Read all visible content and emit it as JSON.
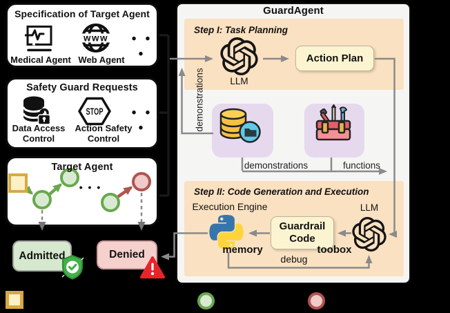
{
  "colors": {
    "peach": "#fae1c1",
    "lavender": "#e6d9ee",
    "cream": "#fcf4d0",
    "admitted_green": "#d6e8cd",
    "denied_pink": "#f6d0cd",
    "node_green": "#6aa84f",
    "node_green_fill": "#d9ead3",
    "node_red": "#b0544f",
    "node_red_fill": "#f1caca",
    "accent_yellow": "#d8a942",
    "accent_yellow_fill": "#fbf0c6",
    "arrow_gray": "#8a8a8a"
  },
  "left_panel": {
    "spec_box": {
      "title": "Specification of Target Agent",
      "medical_label": "Medical Agent",
      "web_label": "Web Agent",
      "dots": "• • •",
      "globe_text": "www"
    },
    "safety_box": {
      "title": "Safety Guard Requests",
      "data_access_label": "Data Access Control",
      "action_safety_label": "Action Safety Control",
      "dots": "• • •",
      "stop_text": "STOP"
    },
    "target_box": {
      "title": "Target Agent",
      "dots": "• • •"
    },
    "admitted_label": "Admitted",
    "denied_label": "Denied"
  },
  "guardagent": {
    "title": "GuardAgent",
    "step1": {
      "title": "Step I: Task Planning",
      "llm_label": "LLM",
      "action_plan_label": "Action Plan",
      "demonstrations_vertical_label": "demonstrations"
    },
    "middle": {
      "memory_label": "memory",
      "toobox_label": "toobox",
      "demonstrations_label": "demonstrations",
      "functions_label": "functions"
    },
    "step2": {
      "title": "Step II: Code Generation and Execution",
      "execution_engine_label": "Execution Engine",
      "guardrail_code_label": "Guardrail Code",
      "llm_label": "LLM",
      "debug_label": "debug"
    }
  }
}
